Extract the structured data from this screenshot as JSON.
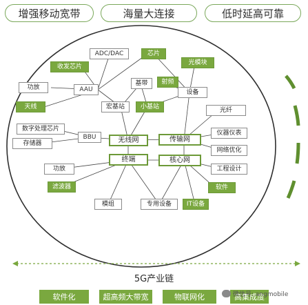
{
  "top_pills": [
    "增强移动宽带",
    "海量大连接",
    "低时延高可靠"
  ],
  "nodes": {
    "adc_dac": "ADC/DAC",
    "chip": "芯片",
    "transceiver_chip": "收发芯片",
    "optical_module": "光模块",
    "power_amp_1": "功放",
    "aau": "AAU",
    "baseband": "基带",
    "radio_freq": "射频",
    "equipment": "设备",
    "antenna": "天线",
    "macro_station": "宏基站",
    "small_station": "小基站",
    "optical_fiber": "光纤",
    "dsp_chip": "数字处理芯片",
    "bbu": "BBU",
    "memory": "存储器",
    "wireless_net": "无线网",
    "transport_net": "传输网",
    "instruments": "仪器仪表",
    "network_opt": "网络优化",
    "terminal": "终端",
    "core_net": "核心网",
    "engineering_design": "工程设计",
    "power_amp_2": "功放",
    "filter": "滤波器",
    "software": "软件",
    "module": "模组",
    "dedicated_equipment": "专用设备",
    "it_equipment": "IT设备"
  },
  "chain_label": "5G产业链",
  "bottom_pills": [
    "软件化",
    "超高频大带宽",
    "物联网化",
    "高集成度"
  ],
  "watermark": "微信号: angmobile",
  "colors": {
    "accent_green": "#7aa83f",
    "dash_green": "#5f8f2f"
  }
}
